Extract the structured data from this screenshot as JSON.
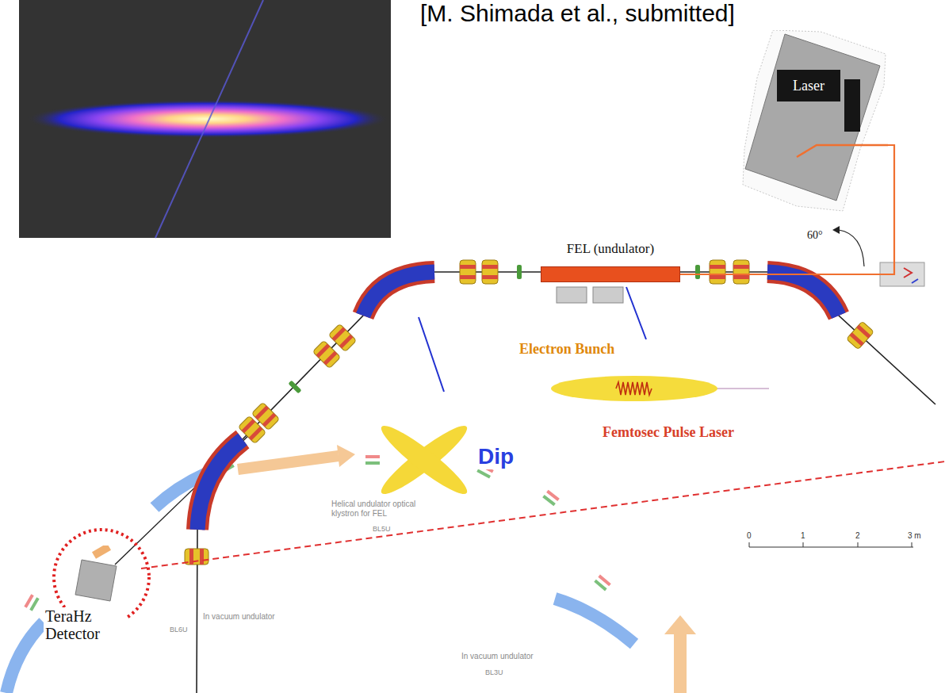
{
  "diagram": {
    "nodes": [
      {
        "text": [
          "Laser"
        ]
      },
      {
        "text": [
          "FEL (undulator)"
        ]
      },
      {
        "text": [
          "TeraHz Detector"
        ]
      }
    ],
    "edges": [
      {
        "from": 0,
        "to": 1,
        "arrow": "none"
      }
    ],
    "labels": [
      "[M. Shimada et al., submitted]",
      "60°",
      "Electron Bunch",
      "Femtosec Pulse Laser",
      "Dip",
      "Helical undulator optical klystron for FEL",
      "BL5U",
      "In vacuum undulator",
      "BL6U",
      "In vacuum undulator",
      "BL3U",
      "0",
      "1",
      "2",
      "3 m"
    ]
  }
}
